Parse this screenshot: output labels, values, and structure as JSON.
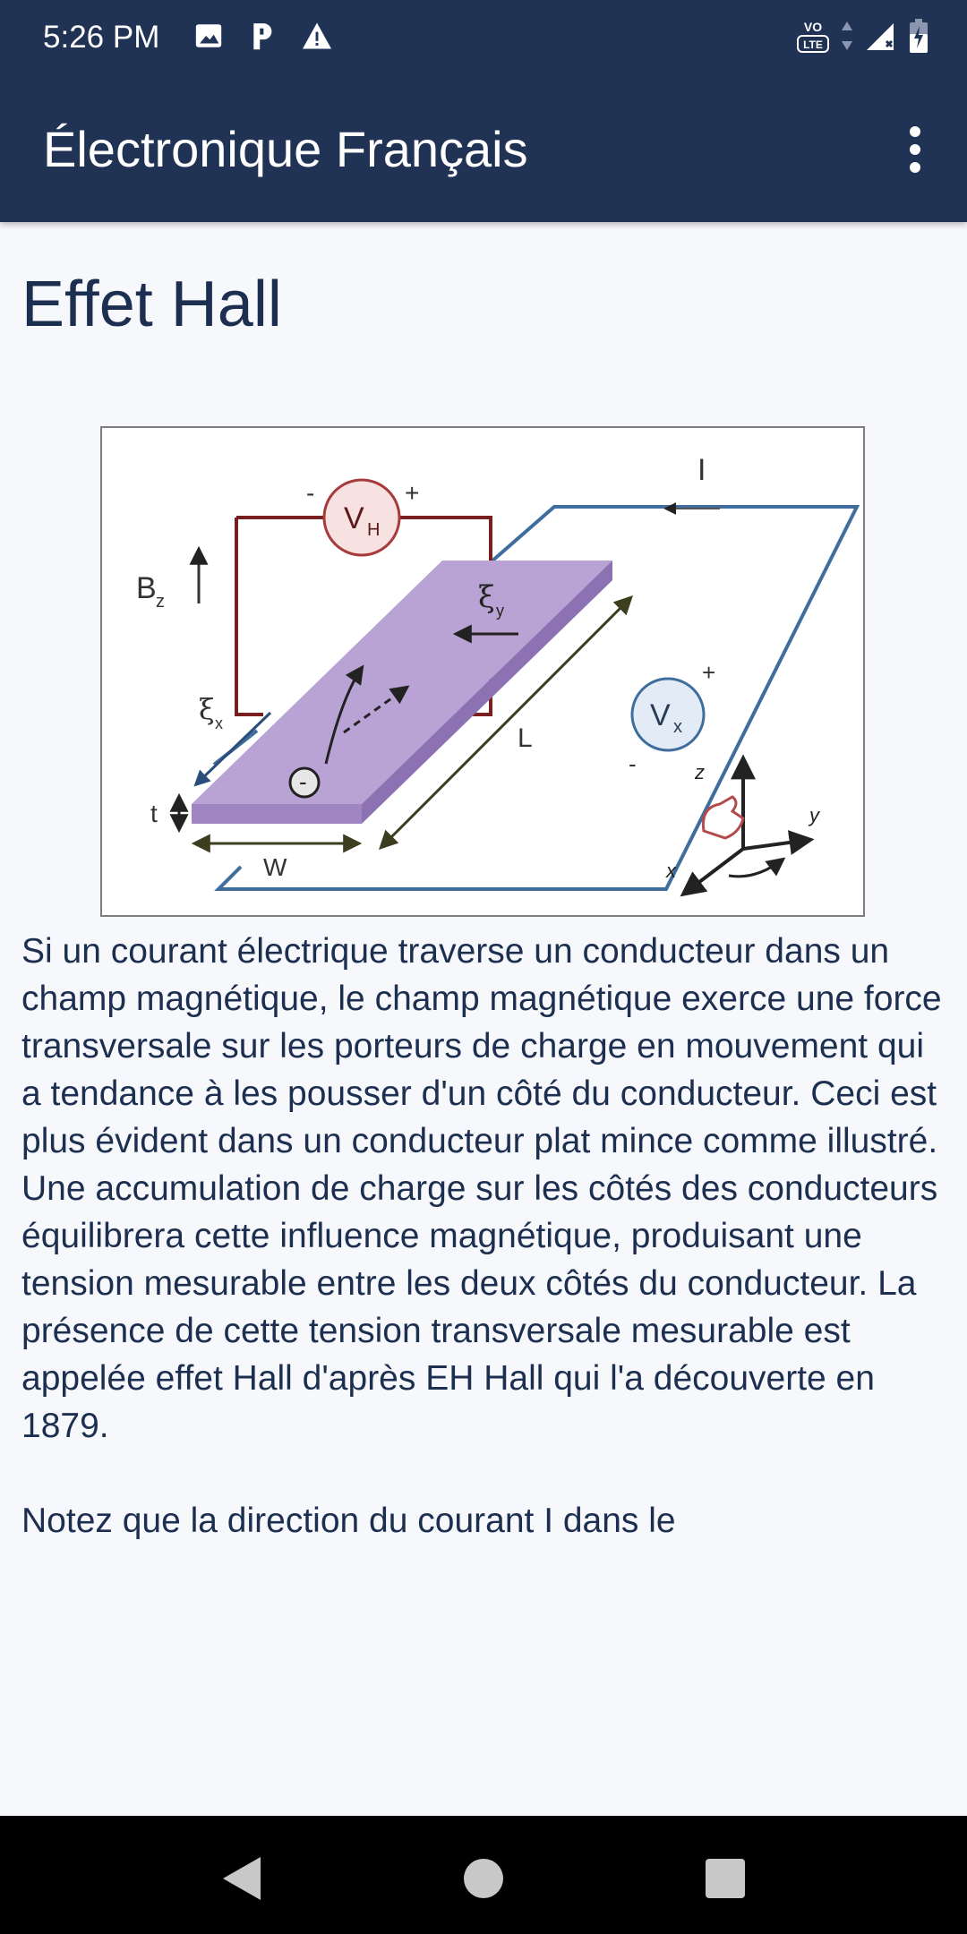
{
  "status_bar": {
    "time": "5:26 PM",
    "left_icons": [
      "image-icon",
      "parking-icon",
      "warning-icon"
    ],
    "right_icons": [
      "volte-icon",
      "data-arrows-icon",
      "signal-icon",
      "battery-icon"
    ],
    "volte_label": "VoLTE"
  },
  "app_bar": {
    "title": "Électronique Français",
    "menu_icon": "more-vert-icon",
    "background_color": "#213355"
  },
  "article": {
    "title": "Effet Hall",
    "figure": {
      "labels": {
        "vh": "V",
        "vh_sub": "H",
        "vx": "V",
        "vx_sub": "x",
        "current": "I",
        "bz": "B",
        "bz_sub": "z",
        "ey": "ξ",
        "ey_sub": "y",
        "ex": "ξ",
        "ex_sub": "x",
        "length": "L",
        "width": "W",
        "thickness": "t",
        "electron": "-",
        "minus": "-",
        "plus": "+",
        "axis_x": "x",
        "axis_y": "y",
        "axis_z": "z"
      }
    },
    "paragraphs": [
      "Si un courant électrique traverse un conducteur dans un champ magnétique, le champ magnétique exerce une force transversale sur les porteurs de charge en mouvement qui a tendance à les pousser d'un côté du conducteur. Ceci est plus évident dans un conducteur plat mince comme illustré. Une accumulation de charge sur les côtés des conducteurs équilibrera cette influence magnétique, produisant une tension mesurable entre les deux côtés du conducteur. La présence de cette tension transversale mesurable est appelée effet Hall d'après EH Hall qui l'a découverte en 1879.",
      "Notez que la direction du courant I dans le"
    ]
  },
  "nav_bar": {
    "buttons": [
      "back-icon",
      "home-icon",
      "recents-icon"
    ]
  },
  "colors": {
    "text": "#1d2f50",
    "page_background": "#f7f8fb",
    "slab": "#b9a3d4",
    "circuit_red": "#7a1f1f",
    "circuit_blue": "#3f6e9e"
  }
}
